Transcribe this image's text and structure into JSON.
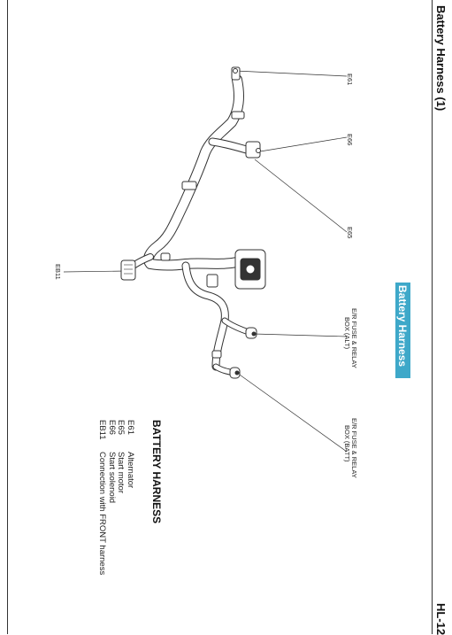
{
  "header": {
    "title": "Battery Harness (1)",
    "page_code": "HL-12"
  },
  "banner": {
    "text": "Battery Harness",
    "color": "#3ea8c9"
  },
  "callouts": {
    "e61": "E61",
    "e66": "E66",
    "e65": "E65",
    "eb11": "EB11",
    "alt_box_line1": "E/R FUSE & RELAY",
    "alt_box_line2": "BOX (ALT)",
    "batt_box_line1": "E/R FUSE & RELAY",
    "batt_box_line2": "BOX (BATT)"
  },
  "legend": {
    "title": "BATTERY HARNESS",
    "items": [
      {
        "code": "E61",
        "desc": "Alternator"
      },
      {
        "code": "E65",
        "desc": "Start motor"
      },
      {
        "code": "E66",
        "desc": "Start solenoid"
      },
      {
        "code": "EB11",
        "desc": "Connection with FRONT harness"
      }
    ]
  }
}
